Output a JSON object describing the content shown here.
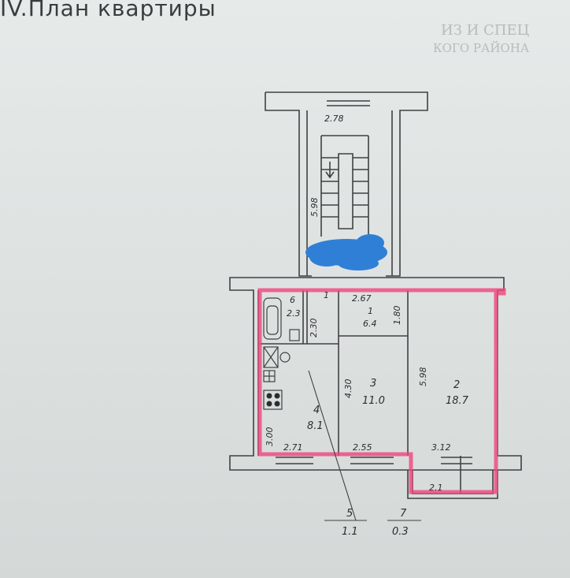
{
  "page_title": "IV.План квартиры",
  "background_text": [
    "ИЗ И СПЕЦ",
    "КОГО РАЙОНА"
  ],
  "stair_width": "2.78",
  "stair_length": "5.98",
  "hall_dim": "2.67",
  "hall_side": "1.80",
  "bath_dim": "2.30",
  "kitchen_depth": "3.00",
  "room3_depth": "4.30",
  "room2_depth": "5.98",
  "width_kitchen": "2.71",
  "width_room3": "2.55",
  "width_room2": "3.12",
  "balcony_width": "2.1",
  "door_mark": "1",
  "rooms": [
    {
      "num": "1",
      "area": "6.4"
    },
    {
      "num": "2",
      "area": "18.7"
    },
    {
      "num": "3",
      "area": "11.0"
    },
    {
      "num": "4",
      "area": "8.1"
    },
    {
      "num": "6",
      "area": "2.3"
    }
  ],
  "callouts": [
    {
      "num": "5",
      "area": "1.1"
    },
    {
      "num": "7",
      "area": "0.3"
    }
  ],
  "colors": {
    "wall": "#3f4143",
    "highlight": "#f0457a",
    "redaction": "#2f7fd6"
  }
}
